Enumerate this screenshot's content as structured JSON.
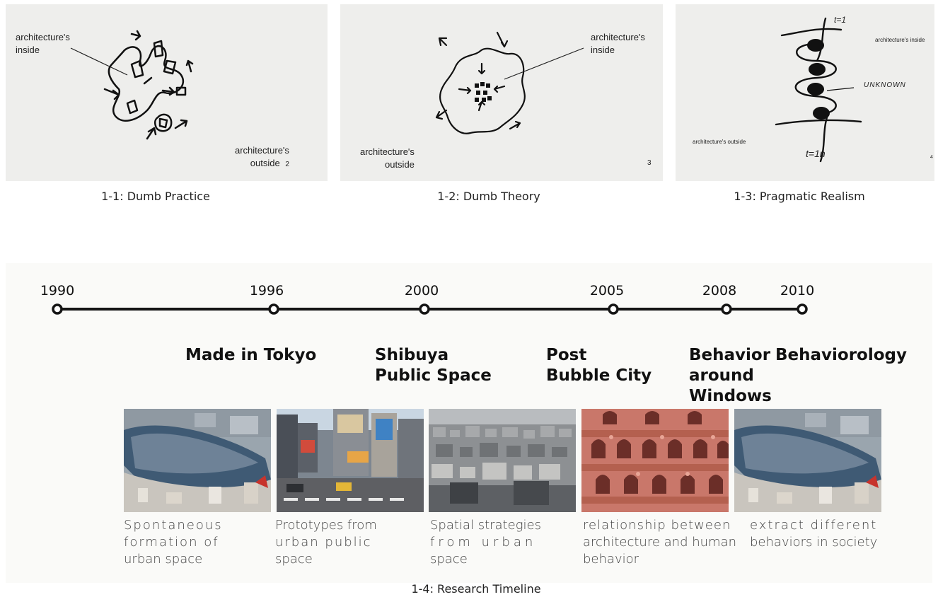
{
  "panels": [
    {
      "id": "1-1",
      "inside_label_line1": "architecture's",
      "inside_label_line2": "inside",
      "outside_label_line1": "architecture's",
      "outside_label_line2": "outside",
      "page_number": "2",
      "caption": "1-1: Dumb Practice"
    },
    {
      "id": "1-2",
      "inside_label_line1": "architecture's",
      "inside_label_line2": "inside",
      "outside_label_line1": "architecture's",
      "outside_label_line2": "outside",
      "page_number": "3",
      "caption": "1-2: Dumb Theory"
    },
    {
      "id": "1-3",
      "inside_label": "architecture's inside",
      "outside_label": "architecture's outside",
      "top_note": "t=1",
      "side_note": "UNKNOWN",
      "bottom_note": "t=1n",
      "page_number": "4",
      "caption": "1-3: Pragmatic Realism"
    }
  ],
  "timeline": {
    "caption": "1-4: Research Timeline",
    "years": [
      "1990",
      "1996",
      "2000",
      "2005",
      "2008",
      "2010"
    ],
    "topics": {
      "t1": [
        "Made in Tokyo"
      ],
      "t2": [
        "Shibuya",
        "Public Space"
      ],
      "t3": [
        "Post",
        "Bubble City"
      ],
      "t4": [
        "Behavior",
        "around",
        "Windows"
      ],
      "t5": [
        "Behaviorology"
      ]
    },
    "photos": [
      {
        "subject": "aerial-stadium-photo",
        "desc": [
          "Spontaneous",
          "formation of",
          "urban space"
        ]
      },
      {
        "subject": "shibuya-crossing-photo",
        "desc": [
          "Prototypes from",
          "urban public",
          "space"
        ]
      },
      {
        "subject": "dense-city-aerial-photo",
        "desc": [
          "Spatial strategies",
          "from urban",
          "space"
        ]
      },
      {
        "subject": "pink-facade-windows-photo",
        "desc": [
          "relationship between",
          "architecture and human",
          "behavior"
        ]
      },
      {
        "subject": "aerial-stadium-photo",
        "desc": [
          "extract different",
          "behaviors in society"
        ]
      }
    ]
  }
}
